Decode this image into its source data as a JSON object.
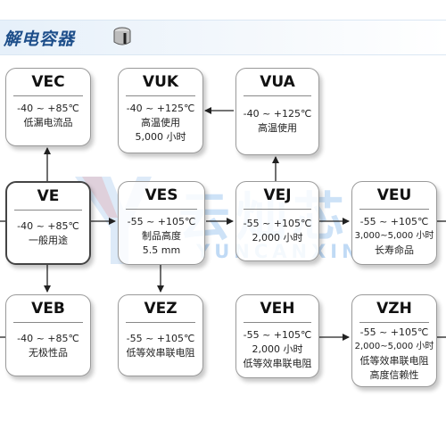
{
  "header": {
    "title": "解电容器"
  },
  "boxes": {
    "vec": {
      "name": "VEC",
      "lines": [
        "-40 ~ +85℃",
        "低漏电流品"
      ]
    },
    "vuk": {
      "name": "VUK",
      "lines": [
        "-40 ~ +125℃",
        "高温使用",
        "5,000 小时"
      ]
    },
    "vua": {
      "name": "VUA",
      "lines": [
        "-40 ~ +125℃",
        "高温使用"
      ]
    },
    "ve": {
      "name": "VE",
      "lines": [
        "-40 ~ +85℃",
        "一般用途"
      ]
    },
    "ves": {
      "name": "VES",
      "lines": [
        "-55 ~ +105℃",
        "制品高度",
        "5.5 mm"
      ]
    },
    "vej": {
      "name": "VEJ",
      "lines": [
        "-55 ~ +105℃",
        "2,000 小时"
      ]
    },
    "veu": {
      "name": "VEU",
      "lines": [
        "-55 ~ +105℃",
        "3,000~5,000 小时",
        "长寿命品"
      ]
    },
    "veb": {
      "name": "VEB",
      "lines": [
        "-40 ~ +85℃",
        "无极性品"
      ]
    },
    "vez": {
      "name": "VEZ",
      "lines": [
        "-55 ~ +105℃",
        "低等效串联电阻"
      ]
    },
    "veh": {
      "name": "VEH",
      "lines": [
        "-55 ~ +105℃",
        "2,000 小时",
        "低等效串联电阻"
      ]
    },
    "vzh": {
      "name": "VZH",
      "lines": [
        "-55 ~ +105℃",
        "2,000~5,000 小时",
        "低等效串联电阻",
        "高度信赖性"
      ]
    }
  },
  "watermark": {
    "cn": "云灿芯",
    "en": "YUNCANXIN"
  }
}
